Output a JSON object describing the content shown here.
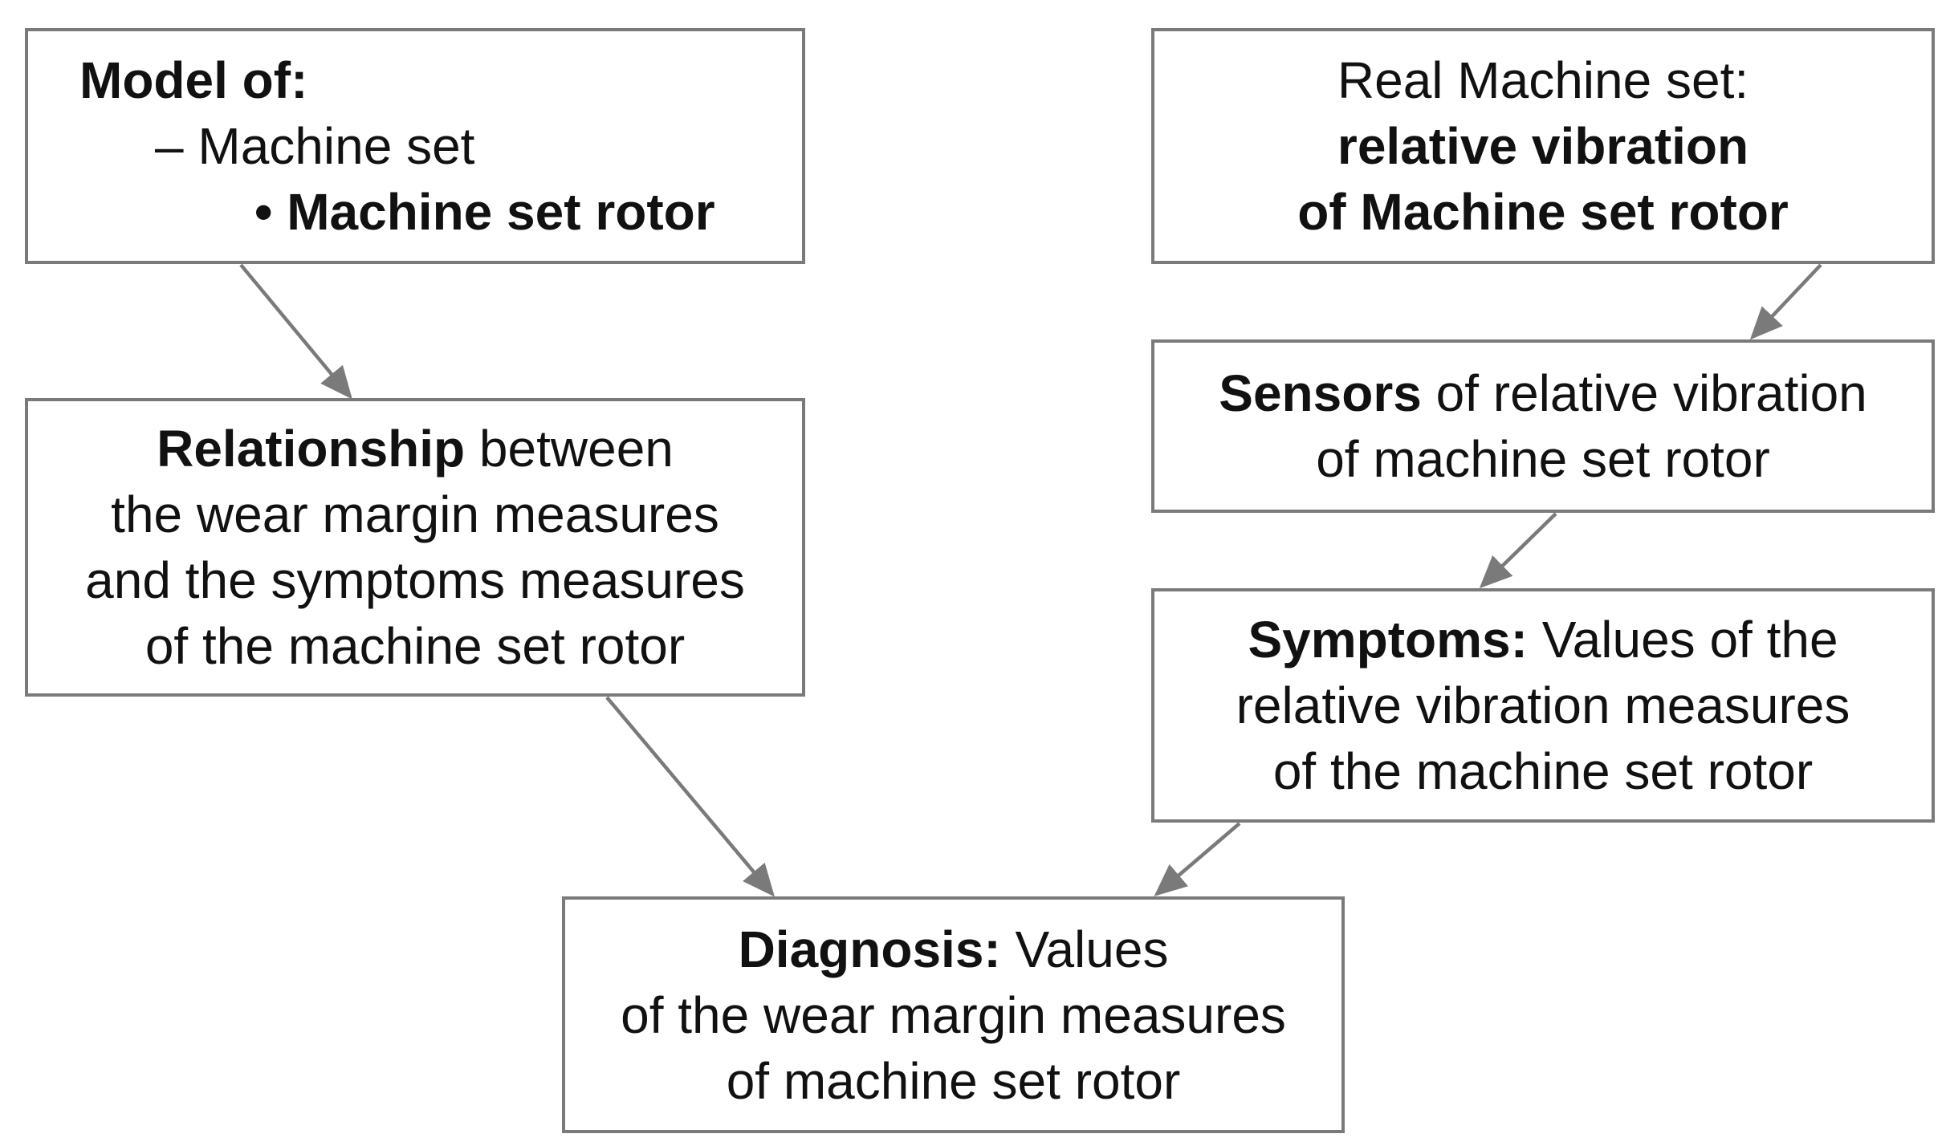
{
  "diagram": {
    "model_box": {
      "title": "Model of:",
      "item_1": "– Machine set",
      "item_2": "• Machine set rotor"
    },
    "real_box": {
      "line_1": "Real Machine set:",
      "line_2": "relative vibration",
      "line_3": "of Machine set rotor"
    },
    "relationship_box": {
      "lead": "Relationship",
      "lead_rest": " between",
      "line_2": "the wear margin measures",
      "line_3": "and the symptoms measures",
      "line_4": "of the machine set rotor"
    },
    "sensors_box": {
      "lead": "Sensors",
      "lead_rest": " of relative vibration",
      "line_2": "of machine set rotor"
    },
    "symptoms_box": {
      "lead": "Symptoms:",
      "lead_rest": " Values of the",
      "line_2": "relative vibration measures",
      "line_3": "of the machine set rotor"
    },
    "diagnosis_box": {
      "lead": "Diagnosis:",
      "lead_rest": " Values",
      "line_2": "of the wear margin measures",
      "line_3": "of machine set rotor"
    },
    "arrow_color": "#7a7a7a",
    "border_color": "#7a7a7a"
  }
}
